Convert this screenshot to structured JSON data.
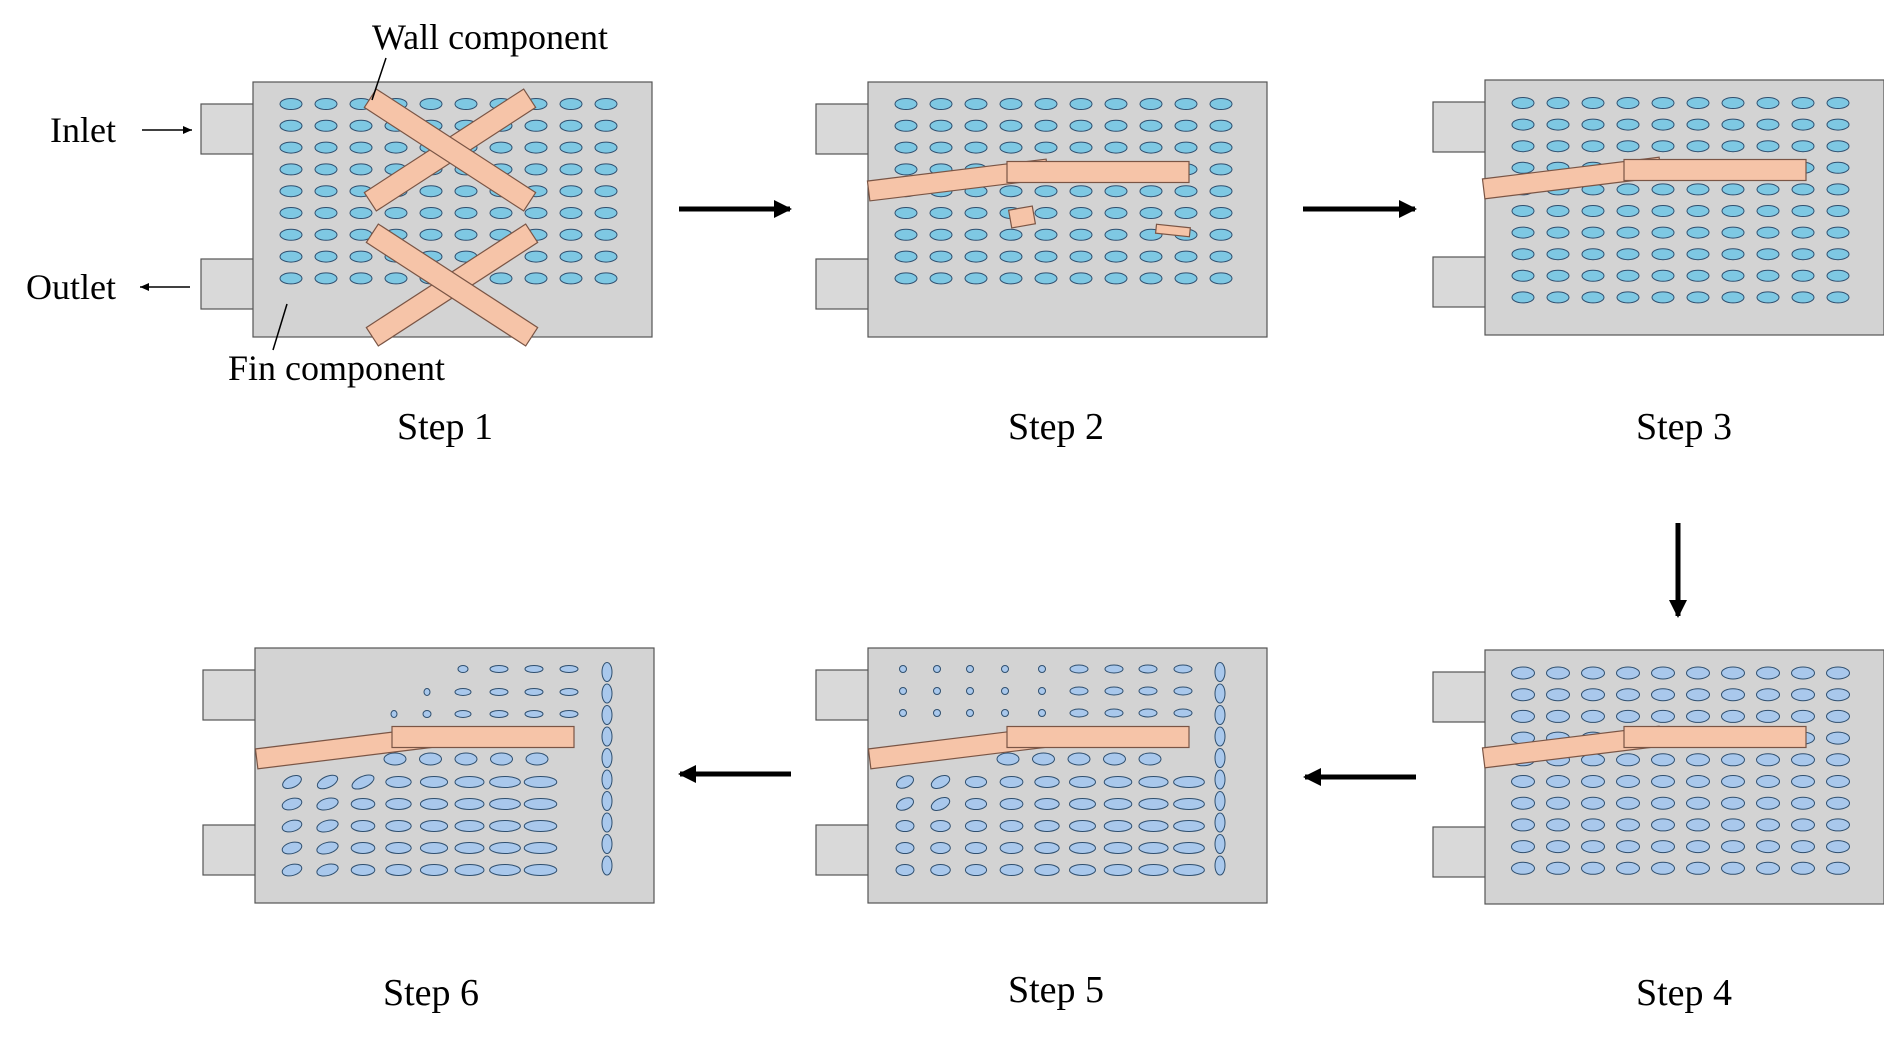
{
  "annotations": {
    "wall_component": "Wall component",
    "inlet": "Inlet",
    "outlet": "Outlet",
    "fin_component": "Fin component"
  },
  "steps": [
    {
      "label": "Step 1"
    },
    {
      "label": "Step 2"
    },
    {
      "label": "Step 3"
    },
    {
      "label": "Step 4"
    },
    {
      "label": "Step 5"
    },
    {
      "label": "Step 6"
    }
  ],
  "colors": {
    "plate": "#d3d3d3",
    "plate_stroke": "#555555",
    "port": "#d9d9d9",
    "fin_uniform": "#7ec8e3",
    "fin_optimized": "#a9c8ec",
    "wall": "#f6c4a8",
    "wall_stroke": "#7a5545",
    "arrow": "#000000"
  },
  "icons": {
    "flow_arrow": "right-arrow",
    "process_arrow": "thick-arrow"
  }
}
